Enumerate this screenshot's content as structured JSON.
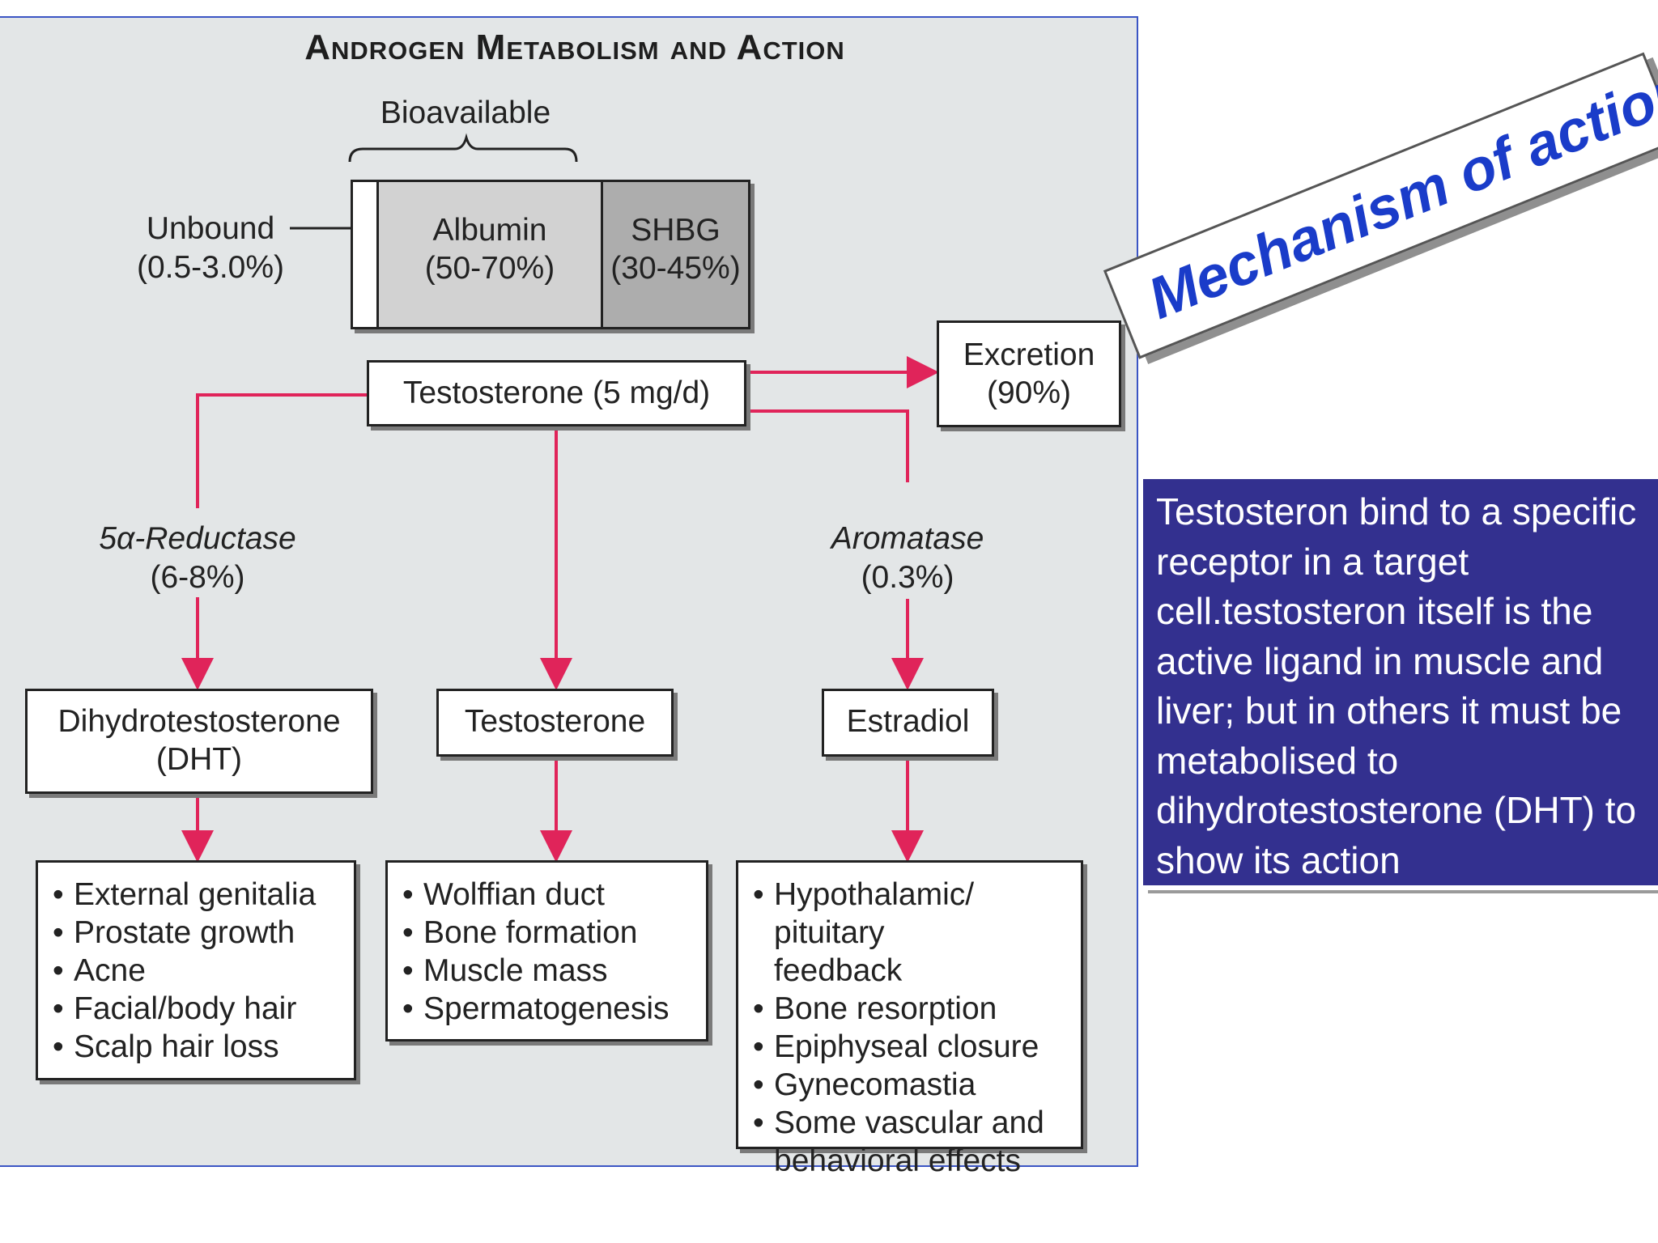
{
  "diagram": {
    "title": "Androgen Metabolism and Action",
    "bioavailable": "Bioavailable",
    "unbound": {
      "name": "Unbound",
      "pct": "(0.5-3.0%)"
    },
    "albumin": {
      "name": "Albumin",
      "pct": "(50-70%)"
    },
    "shbg": {
      "name": "SHBG",
      "pct": "(30-45%)"
    },
    "testosterone_source": "Testosterone (5 mg/d)",
    "excretion": {
      "name": "Excretion",
      "pct": "(90%)"
    },
    "reductase": {
      "name": "5α-Reductase",
      "pct": "(6-8%)"
    },
    "aromatase": {
      "name": "Aromatase",
      "pct": "(0.3%)"
    },
    "dht": {
      "line1": "Dihydrotestosterone",
      "line2": "(DHT)"
    },
    "testosterone": "Testosterone",
    "estradiol": "Estradiol",
    "dht_effects": [
      "External genitalia",
      "Prostate growth",
      "Acne",
      "Facial/body hair",
      "Scalp hair loss"
    ],
    "testosterone_effects": [
      "Wolffian duct",
      "Bone formation",
      "Muscle mass",
      "Spermatogenesis"
    ],
    "estradiol_effects": [
      "Hypothalamic/ pituitary feedback",
      "Bone resorption",
      "Epiphyseal closure",
      "Gynecomastia",
      "Some vascular and behavioral effects"
    ]
  },
  "banner": {
    "text": "Mechanism of action"
  },
  "note": {
    "text": "Testosteron bind to a specific receptor in a target cell.testosteron itself is the active ligand in muscle and liver; but in others it must be metabolised to dihydrotestosterone (DHT) to show its action"
  },
  "colors": {
    "arrow": "#e0245a",
    "panel": "#e3e6e7",
    "note_bg": "#33308f",
    "banner_text": "#1a3cc9",
    "panel_border": "#3b55c4"
  }
}
